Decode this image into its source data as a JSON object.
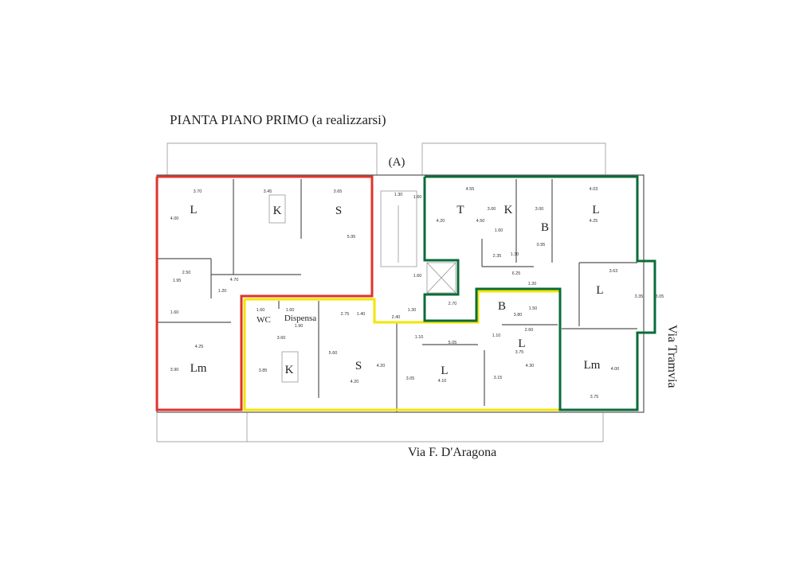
{
  "title": "PIANTA PIANO PRIMO (a realizzarsi)",
  "stair_label": "(A)",
  "streets": {
    "bottom": "Via F. D'Aragona",
    "right": "Via Tramvia"
  },
  "unit_colors": {
    "red_unit": "#e0332b",
    "yellow_unit": "#f2e600",
    "green_unit": "#0b6b3a"
  },
  "rooms": {
    "red": [
      "L",
      "K",
      "S",
      "Lm"
    ],
    "yellow": [
      "K",
      "S",
      "L",
      "L",
      "WC",
      "Dispensa"
    ],
    "green": [
      "T",
      "K",
      "B",
      "L",
      "L",
      "B",
      "Lm"
    ]
  },
  "dimensions": [
    "3.70",
    "3.45",
    "3.65",
    "4.00",
    "5.95",
    "2.50",
    "1.95",
    "4.70",
    "1.20",
    "1.30",
    "1.60",
    "4.55",
    "4.20",
    "4.50",
    "3.00",
    "3.00",
    "1.60",
    "4.03",
    "4.25",
    "2.35",
    "1.30",
    "0.95",
    "1.60",
    "6.25",
    "1.20",
    "3.63",
    "3.35",
    "3.05",
    "2.70",
    "1.30",
    "2.40",
    "1.50",
    "3.80",
    "1.60",
    "1.60",
    "1.60",
    "1.90",
    "2.75",
    "1.40",
    "3.60",
    "4.25",
    "3.90",
    "3.85",
    "5.60",
    "4.20",
    "4.20",
    "3.05",
    "4.10",
    "1.10",
    "5.05",
    "1.10",
    "2.60",
    "3.75",
    "4.30",
    "3.15",
    "4.00",
    "3.75"
  ]
}
